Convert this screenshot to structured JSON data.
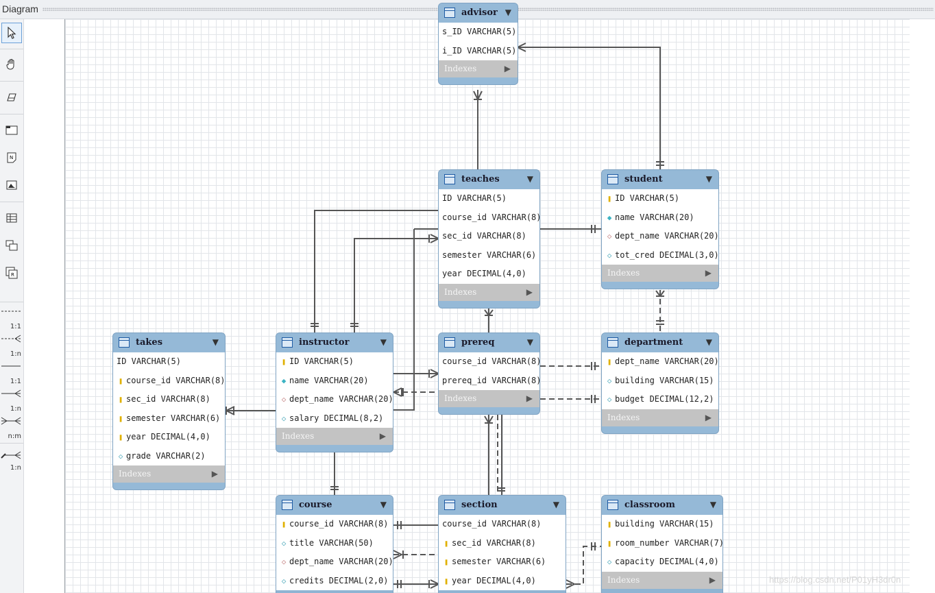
{
  "window": {
    "title": "Diagram"
  },
  "toolbar": {
    "relations": [
      "1:1",
      "1:n",
      "1:1",
      "1:n",
      "n:m",
      "1:n"
    ]
  },
  "tables": {
    "advisor": {
      "name": "advisor",
      "columns": [
        {
          "text": "s_ID VARCHAR(5)",
          "icon": "none"
        },
        {
          "text": "i_ID VARCHAR(5)",
          "icon": "none"
        }
      ],
      "indexes": "Indexes"
    },
    "teaches": {
      "name": "teaches",
      "columns": [
        {
          "text": "ID VARCHAR(5)",
          "icon": "none"
        },
        {
          "text": "course_id VARCHAR(8)",
          "icon": "none"
        },
        {
          "text": "sec_id VARCHAR(8)",
          "icon": "none"
        },
        {
          "text": "semester VARCHAR(6)",
          "icon": "none"
        },
        {
          "text": "year DECIMAL(4,0)",
          "icon": "none"
        }
      ],
      "indexes": "Indexes"
    },
    "student": {
      "name": "student",
      "columns": [
        {
          "text": "ID VARCHAR(5)",
          "icon": "key"
        },
        {
          "text": "name VARCHAR(20)",
          "icon": "nn"
        },
        {
          "text": "dept_name VARCHAR(20)",
          "icon": "fk"
        },
        {
          "text": "tot_cred DECIMAL(3,0)",
          "icon": "plain"
        }
      ],
      "indexes": "Indexes"
    },
    "takes": {
      "name": "takes",
      "columns": [
        {
          "text": "ID VARCHAR(5)",
          "icon": "none"
        },
        {
          "text": "course_id VARCHAR(8)",
          "icon": "key"
        },
        {
          "text": "sec_id VARCHAR(8)",
          "icon": "key"
        },
        {
          "text": "semester VARCHAR(6)",
          "icon": "key"
        },
        {
          "text": "year DECIMAL(4,0)",
          "icon": "key"
        },
        {
          "text": "grade VARCHAR(2)",
          "icon": "plain"
        }
      ],
      "indexes": "Indexes"
    },
    "instructor": {
      "name": "instructor",
      "columns": [
        {
          "text": "ID VARCHAR(5)",
          "icon": "key"
        },
        {
          "text": "name VARCHAR(20)",
          "icon": "nn"
        },
        {
          "text": "dept_name VARCHAR(20)",
          "icon": "fk"
        },
        {
          "text": "salary DECIMAL(8,2)",
          "icon": "plain"
        }
      ],
      "indexes": "Indexes"
    },
    "prereq": {
      "name": "prereq",
      "columns": [
        {
          "text": "course_id VARCHAR(8)",
          "icon": "none"
        },
        {
          "text": "prereq_id VARCHAR(8)",
          "icon": "none"
        }
      ],
      "indexes": "Indexes"
    },
    "department": {
      "name": "department",
      "columns": [
        {
          "text": "dept_name VARCHAR(20)",
          "icon": "key"
        },
        {
          "text": "building VARCHAR(15)",
          "icon": "plain"
        },
        {
          "text": "budget DECIMAL(12,2)",
          "icon": "plain"
        }
      ],
      "indexes": "Indexes"
    },
    "course": {
      "name": "course",
      "columns": [
        {
          "text": "course_id VARCHAR(8)",
          "icon": "key"
        },
        {
          "text": "title VARCHAR(50)",
          "icon": "plain"
        },
        {
          "text": "dept_name VARCHAR(20)",
          "icon": "fk"
        },
        {
          "text": "credits DECIMAL(2,0)",
          "icon": "plain"
        }
      ]
    },
    "section": {
      "name": "section",
      "columns": [
        {
          "text": "course_id VARCHAR(8)",
          "icon": "none"
        },
        {
          "text": "sec_id VARCHAR(8)",
          "icon": "key"
        },
        {
          "text": "semester VARCHAR(6)",
          "icon": "key"
        },
        {
          "text": "year DECIMAL(4,0)",
          "icon": "key"
        }
      ]
    },
    "classroom": {
      "name": "classroom",
      "columns": [
        {
          "text": "building VARCHAR(15)",
          "icon": "key"
        },
        {
          "text": "room_number VARCHAR(7)",
          "icon": "key"
        },
        {
          "text": "capacity DECIMAL(4,0)",
          "icon": "plain"
        }
      ],
      "indexes": "Indexes"
    }
  },
  "watermark": "https://blog.csdn.net/P01yH3dr0n"
}
